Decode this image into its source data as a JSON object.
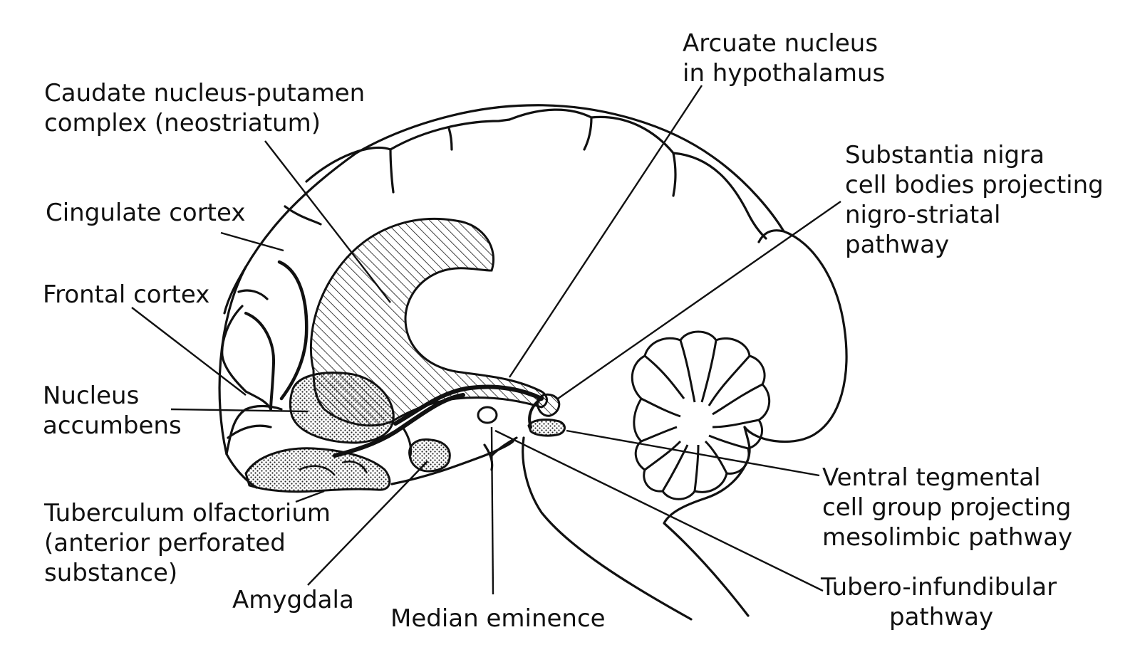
{
  "labels": {
    "caudate": [
      "Caudate nucleus-putamen",
      "complex  (neostriatum)"
    ],
    "cingulate": [
      "Cingulate cortex"
    ],
    "frontal": [
      "Frontal cortex"
    ],
    "accumbens": [
      "Nucleus",
      "accumbens"
    ],
    "tuberculum": [
      "Tuberculum olfactorium",
      "(anterior perforated",
      "substance)"
    ],
    "amygdala": [
      "Amygdala"
    ],
    "median": [
      "Median eminence"
    ],
    "arcuate": [
      "Arcuate nucleus",
      "in hypothalamus"
    ],
    "nigra": [
      "Substantia nigra",
      "cell bodies projecting",
      "nigro-striatal",
      "pathway"
    ],
    "ventral": [
      "Ventral tegmental",
      "cell group projecting",
      "mesolimbic pathway"
    ],
    "tubero": [
      "Tubero-infundibular",
      "pathway"
    ]
  },
  "colors": {
    "ink": "#111111",
    "background": "#ffffff"
  }
}
